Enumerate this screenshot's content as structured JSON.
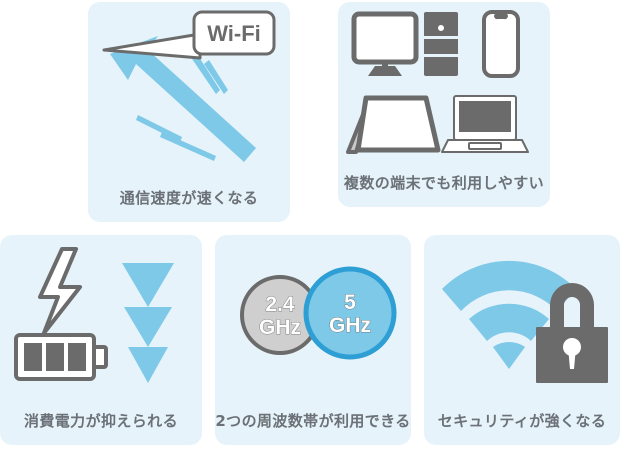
{
  "page": {
    "background_color": "#ffffff",
    "card_background_color": "#e6f3fa",
    "caption_color": "#6b7177",
    "accent_blue": "#7ec8e8",
    "accent_blue_dark": "#2e9fd4",
    "icon_gray": "#6b6b6b",
    "icon_gray_light": "#c9c9c9"
  },
  "cards": [
    {
      "id": "speed",
      "caption": "通信速度が速くなる",
      "icon_name": "speed-arrow-wifi-icon",
      "badge_label": "Wi-Fi"
    },
    {
      "id": "devices",
      "caption": "複数の端末でも利用しやすい",
      "icon_name": "multiple-devices-icon",
      "devices": [
        "monitor",
        "desktop-tower",
        "smartphone",
        "tablet",
        "laptop"
      ]
    },
    {
      "id": "power",
      "caption": "消費電力が抑えられる",
      "icon_name": "battery-power-saving-icon"
    },
    {
      "id": "bands",
      "caption": "2つの周波数帯が利用できる",
      "icon_name": "dual-band-icon",
      "bands": [
        {
          "value": "2.4",
          "unit": "GHz",
          "active": false
        },
        {
          "value": "5",
          "unit": "GHz",
          "active": true
        }
      ]
    },
    {
      "id": "security",
      "caption": "セキュリティが強くなる",
      "icon_name": "wifi-lock-security-icon"
    }
  ]
}
